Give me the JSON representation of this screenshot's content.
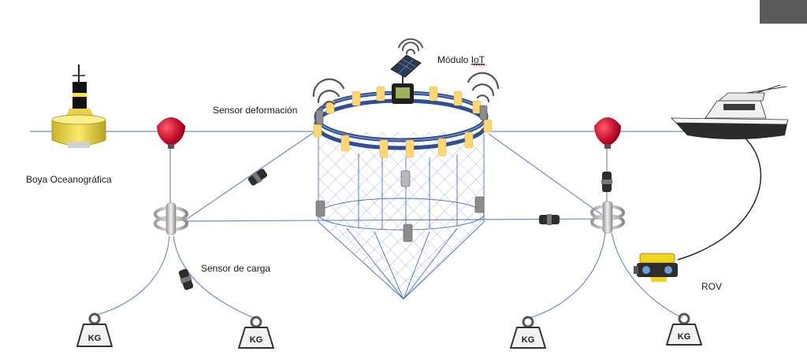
{
  "labels": {
    "modulo_iot_prefix": "Módulo ",
    "modulo_iot_suffix": "IoT",
    "sensor_deformacion": "Sensor deformación",
    "boya": "Boya Oceanográfica",
    "sensor_carga": "Sensor de carga",
    "rov": "ROV",
    "weight": "KG"
  },
  "colors": {
    "line": "#6f8fc4",
    "net": "#4d6fb8",
    "ring": "#2f4f95",
    "float_clip": "#ffd873",
    "buoy_red": "#c8102e",
    "buoy_yellow": "#f3df58",
    "sensor_dark": "#2d2d2d",
    "sensor_gray": "#8c8c8c",
    "rov_yellow": "#f2d41a"
  },
  "icons": [
    "oceanographic-buoy-icon",
    "marker-buoy-icon",
    "anchor-swivel-icon",
    "kg-weight-icon",
    "load-sensor-icon",
    "deformation-sensor-icon",
    "iot-module-icon",
    "solar-panel-icon",
    "wifi-signal-icon",
    "boat-icon",
    "rov-icon"
  ]
}
